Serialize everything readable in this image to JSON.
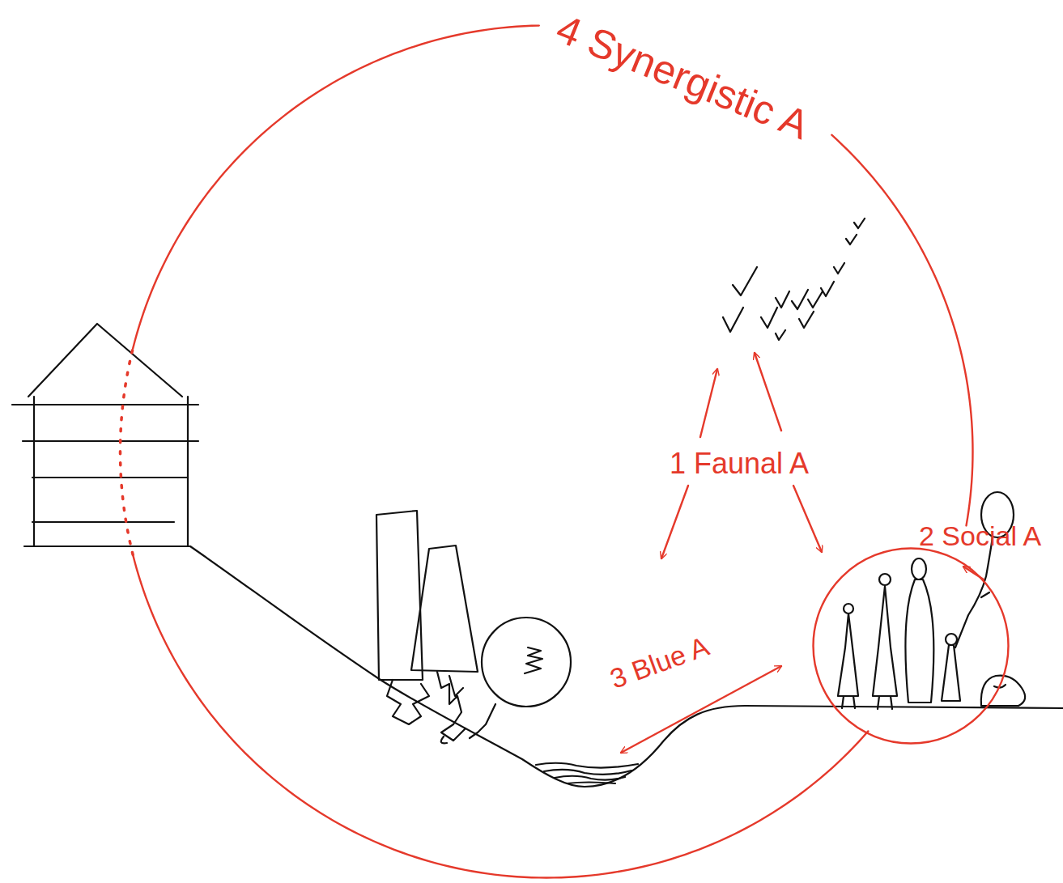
{
  "diagram": {
    "nodes": [
      {
        "text": [
          "4 Synergistic A"
        ]
      },
      {
        "text": [
          "2 Social A"
        ],
        "in": 0
      }
    ],
    "labels": [
      "1 Faunal A",
      "3 Blue A"
    ]
  }
}
